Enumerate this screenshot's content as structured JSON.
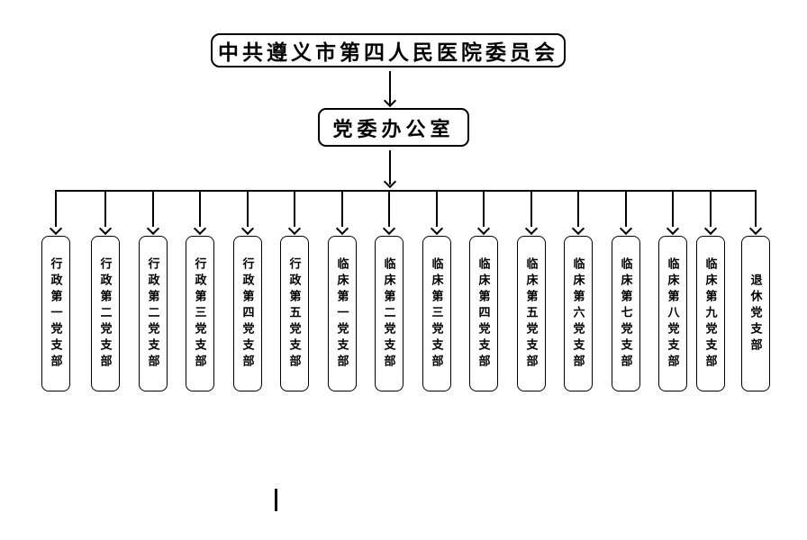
{
  "diagram": {
    "type": "org-chart",
    "root": {
      "label": "中共遵义市第四人民医院委员会"
    },
    "office": {
      "label": "党委办公室"
    },
    "branches": [
      "行政第一党支部",
      "行政第二党支部",
      "行政第二党支部",
      "行政第三党支部",
      "行政第四党支部",
      "行政第五党支部",
      "临床第一党支部",
      "临床第二党支部",
      "临床第三党支部",
      "临床第四党支部",
      "临床第五党支部",
      "临床第六党支部",
      "临床第七党支部",
      "临床第八党支部",
      "临床第九党支部",
      "退休党支部"
    ]
  },
  "colors": {
    "background": "#ffffff",
    "line": "#000000",
    "box_border": "#000000",
    "text": "#000000"
  }
}
